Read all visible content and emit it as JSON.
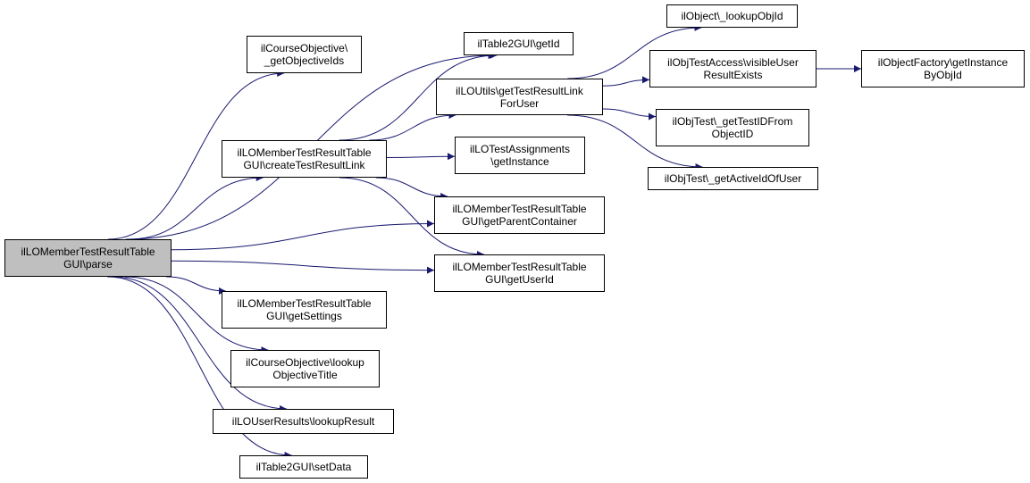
{
  "diagram": {
    "edge_color": "#191970",
    "root_fill": "#bfbfbf",
    "nodes": {
      "parse": [
        "ilLOMemberTestResultTable",
        "GUI\\parse"
      ],
      "getObjectiveIds": [
        "ilCourseObjective\\",
        "_getObjectiveIds"
      ],
      "createTestResultLink": [
        "ilLOMemberTestResultTable",
        "GUI\\createTestResultLink"
      ],
      "getSettings": [
        "ilLOMemberTestResultTable",
        "GUI\\getSettings"
      ],
      "lookupObjectiveTitle": [
        "ilCourseObjective\\lookup",
        "ObjectiveTitle"
      ],
      "lookupResult": [
        "ilLOUserResults\\lookupResult"
      ],
      "setData": [
        "ilTable2GUI\\setData"
      ],
      "getId": [
        "ilTable2GUI\\getId"
      ],
      "getTestResultLinkForUser": [
        "ilLOUtils\\getTestResultLink",
        "ForUser"
      ],
      "getInstance": [
        "ilLOTestAssignments",
        "\\getInstance"
      ],
      "getParentContainer": [
        "ilLOMemberTestResultTable",
        "GUI\\getParentContainer"
      ],
      "getUserId": [
        "ilLOMemberTestResultTable",
        "GUI\\getUserId"
      ],
      "lookupObjId": [
        "ilObject\\_lookupObjId"
      ],
      "visibleUserResultExists": [
        "ilObjTestAccess\\visibleUser",
        "ResultExists"
      ],
      "getTestIDFromObjectID": [
        "ilObjTest\\_getTestIDFrom",
        "ObjectID"
      ],
      "getActiveIdOfUser": [
        "ilObjTest\\_getActiveIdOfUser"
      ],
      "getInstanceByObjId": [
        "ilObjectFactory\\getInstance",
        "ByObjId"
      ]
    },
    "edges": [
      [
        "parse",
        "getObjectiveIds"
      ],
      [
        "parse",
        "getId"
      ],
      [
        "parse",
        "createTestResultLink"
      ],
      [
        "parse",
        "getParentContainer"
      ],
      [
        "parse",
        "getUserId"
      ],
      [
        "parse",
        "getSettings"
      ],
      [
        "parse",
        "lookupObjectiveTitle"
      ],
      [
        "parse",
        "lookupResult"
      ],
      [
        "parse",
        "setData"
      ],
      [
        "createTestResultLink",
        "getId"
      ],
      [
        "createTestResultLink",
        "getTestResultLinkForUser"
      ],
      [
        "createTestResultLink",
        "getInstance"
      ],
      [
        "createTestResultLink",
        "getParentContainer"
      ],
      [
        "createTestResultLink",
        "getUserId"
      ],
      [
        "getTestResultLinkForUser",
        "lookupObjId"
      ],
      [
        "getTestResultLinkForUser",
        "visibleUserResultExists"
      ],
      [
        "getTestResultLinkForUser",
        "getTestIDFromObjectID"
      ],
      [
        "getTestResultLinkForUser",
        "getActiveIdOfUser"
      ],
      [
        "visibleUserResultExists",
        "getInstanceByObjId"
      ]
    ]
  }
}
